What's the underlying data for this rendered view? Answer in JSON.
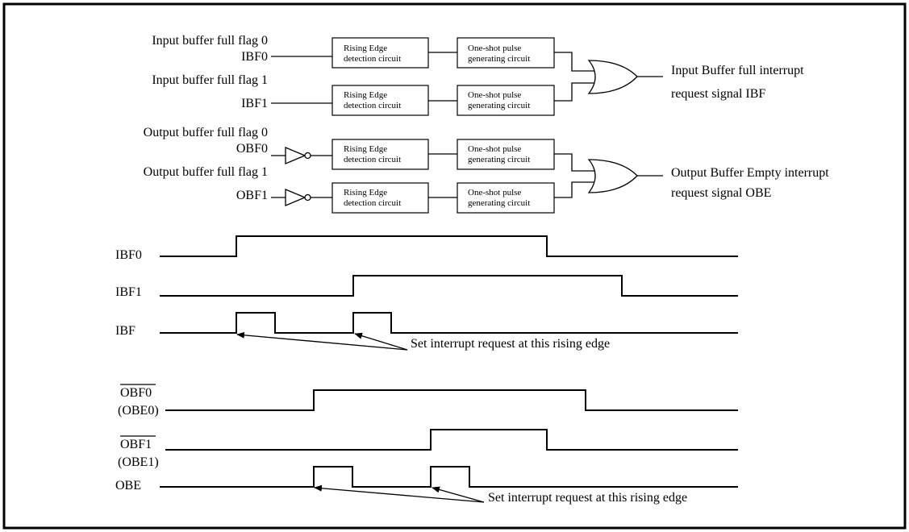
{
  "logic": {
    "blocks": {
      "edge_line1": "Rising Edge",
      "edge_line2": "detection circuit",
      "pulse_line1": "One-shot pulse",
      "pulse_line2": "generating circuit"
    },
    "inputs": [
      {
        "flag_label": "Input buffer full flag 0",
        "signal": "IBF0",
        "inverted": false
      },
      {
        "flag_label": "Input buffer full flag 1",
        "signal": "IBF1",
        "inverted": false
      },
      {
        "flag_label": "Output buffer full flag 0",
        "signal": "OBF0",
        "inverted": true
      },
      {
        "flag_label": "Output buffer full flag 1",
        "signal": "OBF1",
        "inverted": true
      }
    ],
    "outputs": [
      {
        "line1": "Input Buffer full interrupt",
        "line2": "request signal IBF"
      },
      {
        "line1": "Output Buffer Empty interrupt",
        "line2": "request signal OBE"
      }
    ]
  },
  "timing": {
    "signals": [
      {
        "label": "IBF0",
        "sublabel": "",
        "overline": false
      },
      {
        "label": "IBF1",
        "sublabel": "",
        "overline": false
      },
      {
        "label": "IBF",
        "sublabel": "",
        "overline": false
      },
      {
        "label": "OBF0",
        "sublabel": "(OBE0)",
        "overline": true
      },
      {
        "label": "OBF1",
        "sublabel": "(OBE1)",
        "overline": true
      },
      {
        "label": "OBE",
        "sublabel": "",
        "overline": false
      }
    ],
    "annotations": [
      "Set interrupt request at this rising edge",
      "Set interrupt request at this rising edge"
    ]
  }
}
